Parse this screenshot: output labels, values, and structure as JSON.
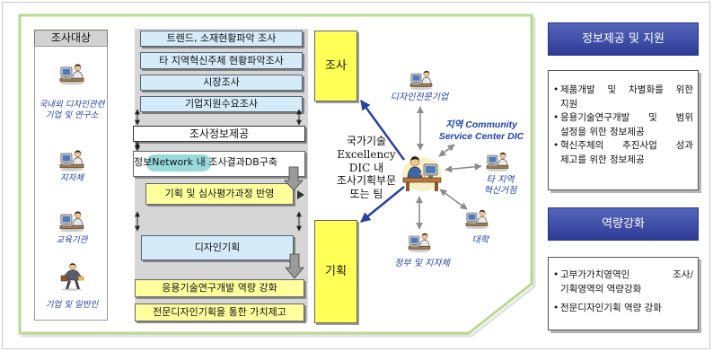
{
  "colors": {
    "frame_green": "#b9d98f",
    "header_navy": "#2e3b95",
    "label_blue": "#1f44a8",
    "task_blue": "#d5ecf8",
    "phase_yellow": "#ffff55",
    "result_yellow": "#ffff9e",
    "arrow_blue": "#2b3f9e"
  },
  "survey_targets": {
    "header": "조사대상",
    "items": [
      {
        "icon": "person-computer-icon",
        "lines": [
          "국내외 디자인관련",
          "기업 및 연구소"
        ]
      },
      {
        "icon": "person-computer-icon",
        "lines": [
          "지자체"
        ]
      },
      {
        "icon": "person-computer-icon",
        "lines": [
          "교육기관"
        ]
      },
      {
        "icon": "businessperson-icon",
        "lines": [
          "기업 및 일반인"
        ]
      }
    ]
  },
  "survey_tasks": {
    "items": [
      "트렌드, 소재현황파악 조사",
      "타 지역혁신주체 현황파악조사",
      "시장조사",
      "기업지원수요조사"
    ],
    "info_provision": "조사정보제공",
    "db_build": "정보Network 내 조사결과DB구축",
    "reflection": "기획 및 심사평가과정 반영"
  },
  "planning_tasks": {
    "design_planning": "디자인기획",
    "outcomes": [
      "응용기술연구개발 역량 강화",
      "전문디자인기획을 통한 가치제고"
    ]
  },
  "phases": {
    "survey": "조사",
    "planning": "기획"
  },
  "hub": {
    "icon": "desk-worker-icon",
    "lines": [
      "국가기술",
      "Excellency",
      "DIC 내",
      "조사기획부문",
      "또는 팀"
    ]
  },
  "network": {
    "design_firms": {
      "icon": "person-computer-icon",
      "lines": [
        "디자인전문기업"
      ]
    },
    "community_center": {
      "lines": [
        "지역 Community",
        "Service Center DIC"
      ]
    },
    "regional_hubs": {
      "icon": "person-computer-icon",
      "lines": [
        "타 지역",
        "혁신거점"
      ]
    },
    "universities": {
      "icon": "person-computer-icon",
      "lines": [
        "대학"
      ]
    },
    "government": {
      "icon": "person-computer-icon",
      "lines": [
        "정부 및 지자체"
      ]
    }
  },
  "support": {
    "title": "정보제공 및 지원",
    "bullets": [
      {
        "lines": [
          "제품개발 및 차별화를 위한",
          "지원"
        ]
      },
      {
        "lines": [
          "응용기술연구개발 및 범위",
          "설정을 위한 정보제공"
        ]
      },
      {
        "lines": [
          "혁신주체의 추진사업 성과",
          "제고를 위한 정보제공"
        ]
      }
    ]
  },
  "capacity": {
    "title": "역량강화",
    "bullets": [
      {
        "lines": [
          "고부가가치영역인 조사/",
          "기획영역의 역량강화"
        ]
      },
      {
        "lines": [
          "전문디자인기획 역량 강화"
        ]
      }
    ]
  }
}
